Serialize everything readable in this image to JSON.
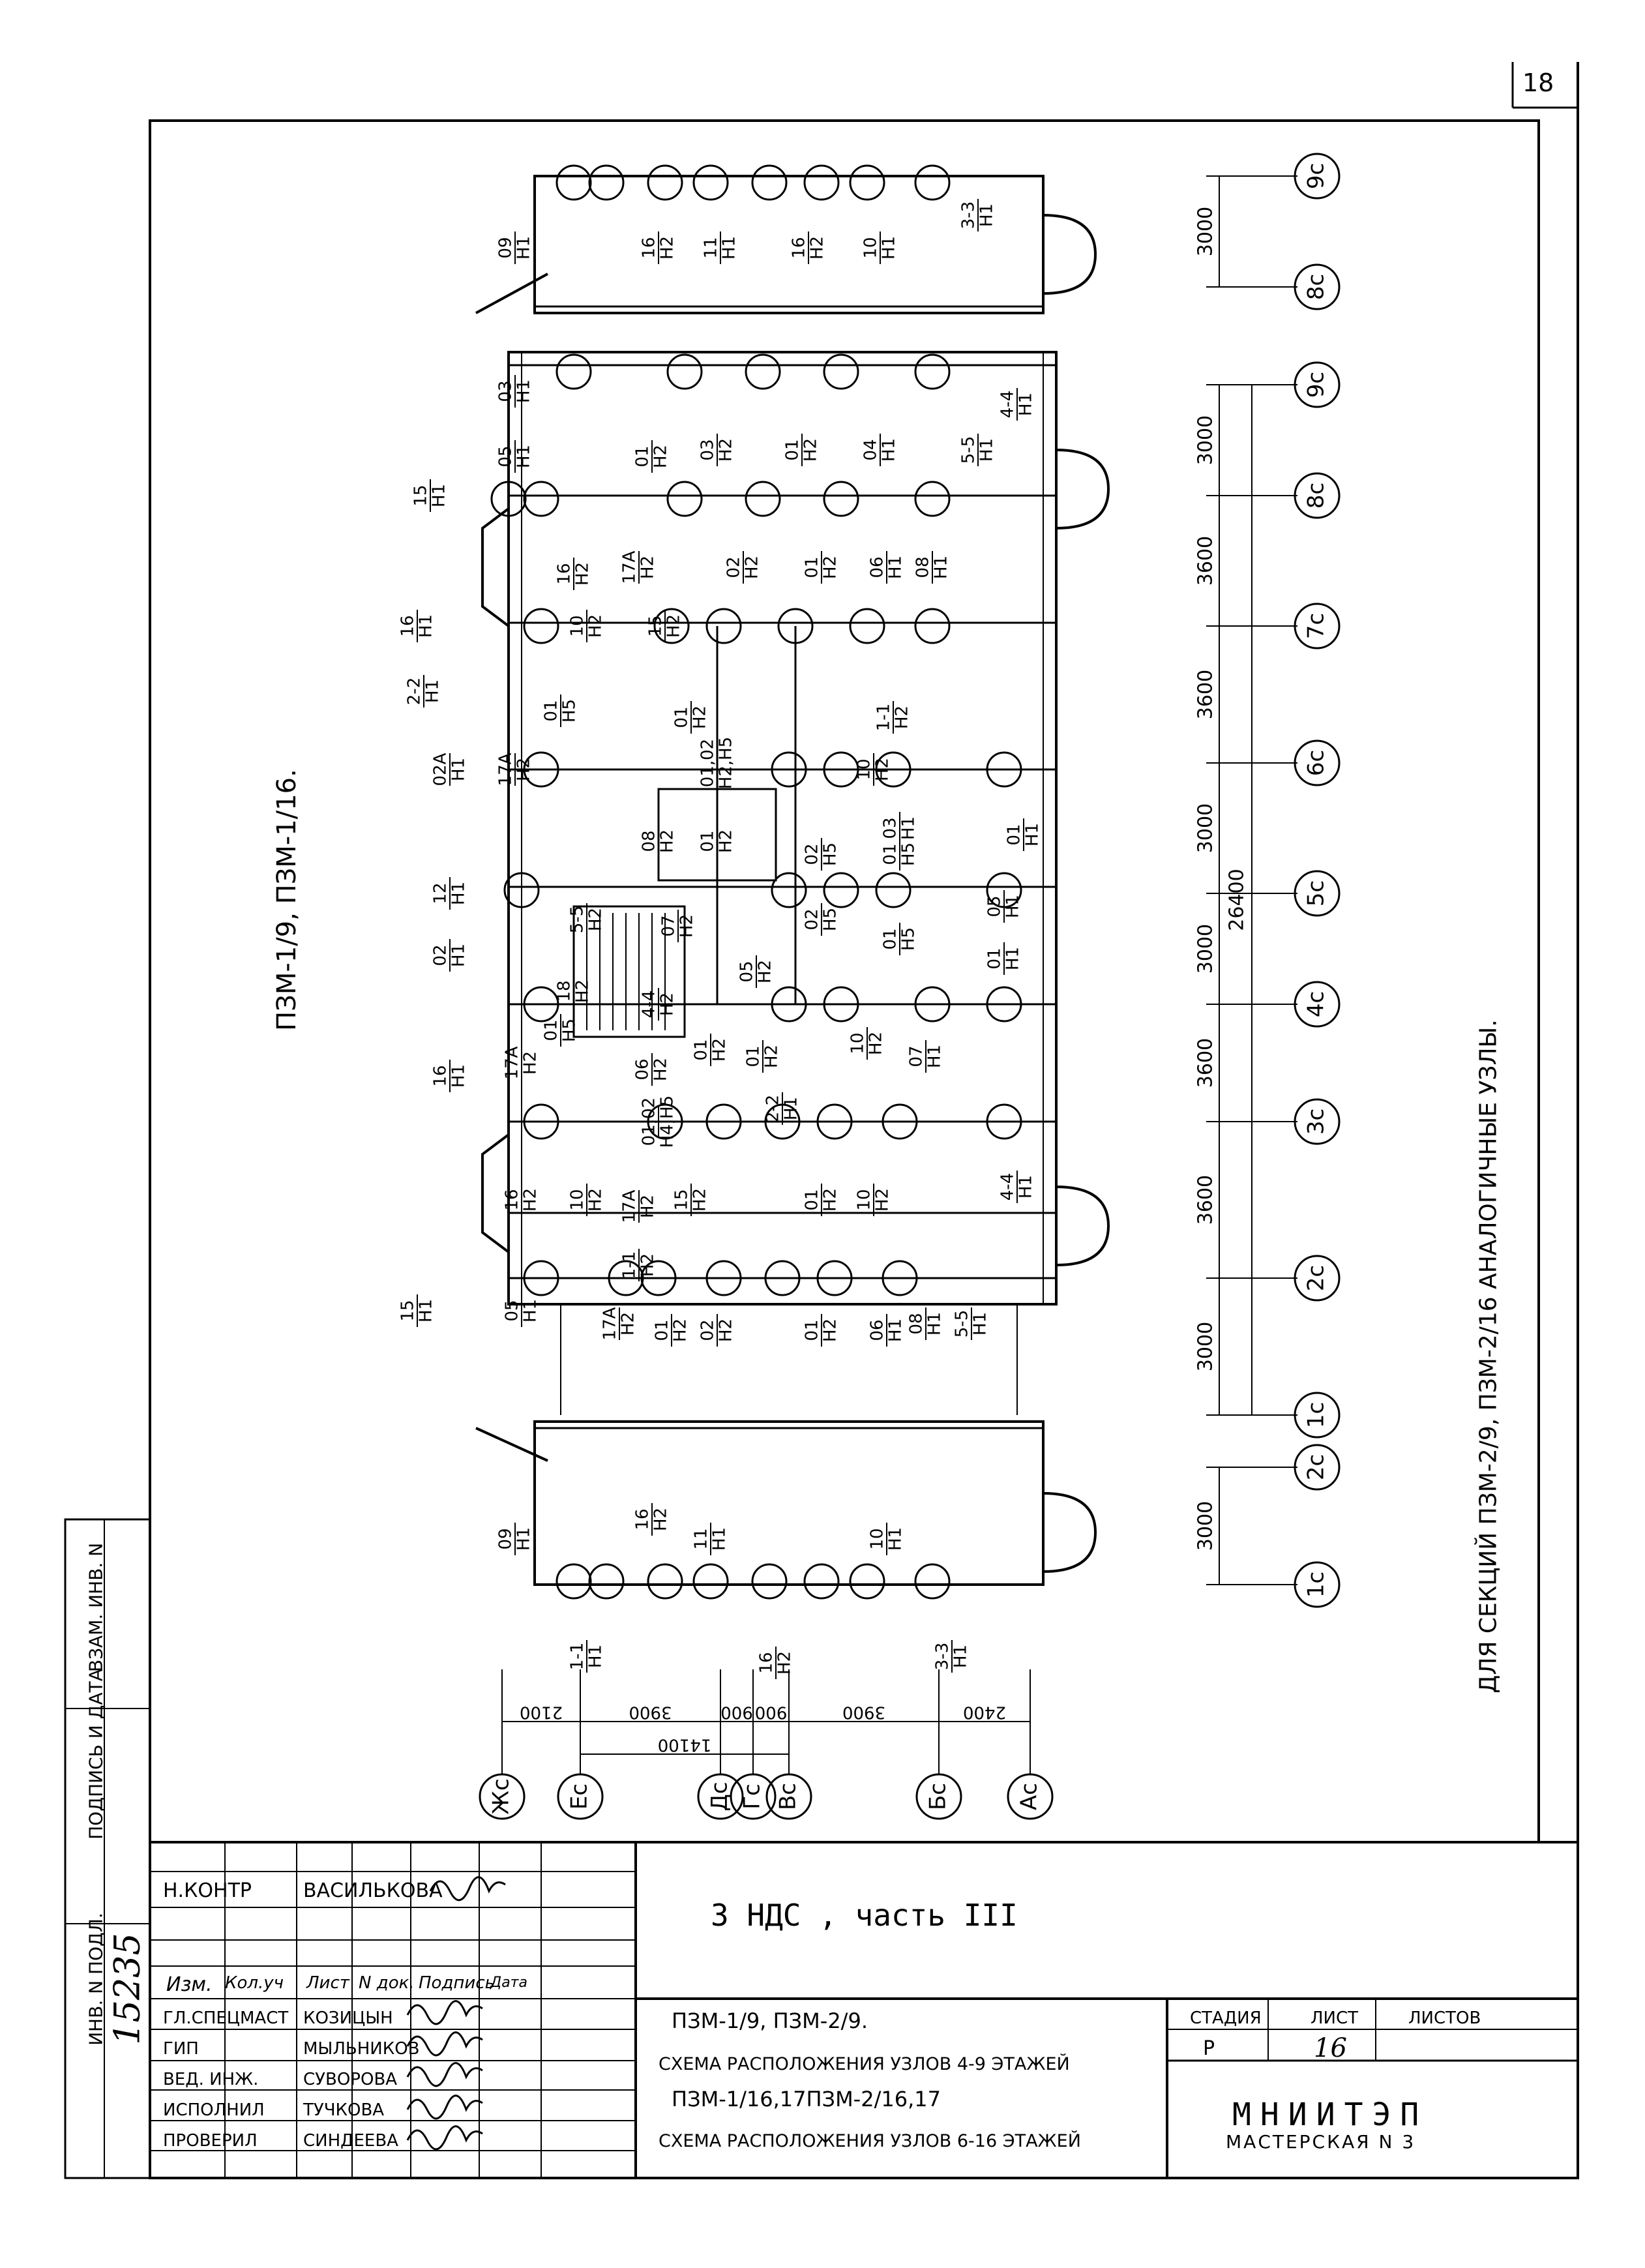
{
  "sheet_corner_number": "18",
  "plan_title": "ПЗМ-1/9, ПЗМ-1/16.",
  "note_text": "ДЛЯ СЕКЦИЙ ПЗМ-2/9, ПЗМ-2/16 АНАЛОГИЧНЫЕ УЗЛЫ.",
  "side_stamp": {
    "inv_podl": "ИНВ. N ПОДЛ.",
    "signature_date": "ПОДПИСЬ И ДАТА",
    "vzam_inv": "ВЗАМ. ИНВ. N",
    "inv_number": "15235"
  },
  "right_axes": {
    "group1": {
      "labels": [
        "9с",
        "8с"
      ],
      "dims": [
        "3000"
      ]
    },
    "group2": {
      "labels": [
        "9с",
        "8с",
        "7с",
        "6с",
        "5с",
        "4с",
        "3с",
        "2с",
        "1с"
      ],
      "dims": [
        "3000",
        "3600",
        "3600",
        "3000",
        "3000",
        "3600",
        "3600",
        "3000"
      ],
      "total": "26400"
    },
    "group3": {
      "labels": [
        "2с",
        "1с"
      ],
      "dims": [
        "3000"
      ]
    }
  },
  "bottom_axes": {
    "labels": [
      "Жс",
      "Ес",
      "Дс",
      "Гс",
      "Вс",
      "Бс",
      "Ас"
    ],
    "dims": [
      "2100",
      "3900",
      "900",
      "900",
      "3900",
      "2400"
    ],
    "total": "14100"
  },
  "node_labels": {
    "wing_top": [
      {
        "top": "09",
        "bot": "Н1"
      },
      {
        "top": "16",
        "bot": "Н2"
      },
      {
        "top": "11",
        "bot": "Н1"
      },
      {
        "top": "16",
        "bot": "Н2"
      },
      {
        "top": "10",
        "bot": "Н1"
      },
      {
        "top": "3-3",
        "bot": "Н1"
      }
    ],
    "upper_row": [
      {
        "top": "03",
        "bot": "Н1"
      },
      {
        "top": "05",
        "bot": "Н1"
      },
      {
        "top": "01",
        "bot": "Н2"
      },
      {
        "top": "03",
        "bot": "Н2"
      },
      {
        "top": "01",
        "bot": "Н2"
      },
      {
        "top": "04",
        "bot": "Н1"
      },
      {
        "top": "5-5",
        "bot": "Н1"
      },
      {
        "top": "4-4",
        "bot": "Н1"
      },
      {
        "top": "15",
        "bot": "Н1"
      },
      {
        "top": "16",
        "bot": "Н2"
      },
      {
        "top": "10",
        "bot": "Н2"
      },
      {
        "top": "17А",
        "bot": "Н2"
      },
      {
        "top": "15",
        "bot": "Н2"
      },
      {
        "top": "02",
        "bot": "Н2"
      },
      {
        "top": "01",
        "bot": "Н2"
      },
      {
        "top": "06",
        "bot": "Н1"
      },
      {
        "top": "08",
        "bot": "Н1"
      },
      {
        "top": "16",
        "bot": "Н1"
      }
    ],
    "middle_row": [
      {
        "top": "2-2",
        "bot": "Н1"
      },
      {
        "top": "01",
        "bot": "Н5"
      },
      {
        "top": "01",
        "bot": "Н2"
      },
      {
        "top": "1-1",
        "bot": "Н2"
      },
      {
        "top": "10",
        "bot": "Н2"
      },
      {
        "top": "03",
        "bot": "Н1"
      },
      {
        "top": "01",
        "bot": "Н1"
      },
      {
        "top": "02А",
        "bot": "Н1"
      },
      {
        "top": "17А",
        "bot": "Н2"
      },
      {
        "top": "01,02",
        "bot": "Н2,Н5"
      },
      {
        "top": "08",
        "bot": "Н2"
      },
      {
        "top": "01",
        "bot": "Н2"
      },
      {
        "top": "02",
        "bot": "Н5"
      },
      {
        "top": "01",
        "bot": "Н5"
      },
      {
        "top": "05",
        "bot": "Н1"
      },
      {
        "top": "12",
        "bot": "Н1"
      },
      {
        "top": "5-5",
        "bot": "Н2"
      },
      {
        "top": "07",
        "bot": "Н2"
      },
      {
        "top": "02",
        "bot": "Н5"
      },
      {
        "top": "01",
        "bot": "Н5"
      },
      {
        "top": "01",
        "bot": "Н1"
      },
      {
        "top": "02",
        "bot": "Н1"
      },
      {
        "top": "18",
        "bot": "Н2"
      },
      {
        "top": "4-4",
        "bot": "Н2"
      },
      {
        "top": "05",
        "bot": "Н2"
      }
    ],
    "lower_row": [
      {
        "top": "16",
        "bot": "Н1"
      },
      {
        "top": "17А",
        "bot": "Н2"
      },
      {
        "top": "01",
        "bot": "Н5"
      },
      {
        "top": "06",
        "bot": "Н2"
      },
      {
        "top": "01",
        "bot": "Н2"
      },
      {
        "top": "01",
        "bot": "Н2"
      },
      {
        "top": "10",
        "bot": "Н2"
      },
      {
        "top": "07",
        "bot": "Н1"
      },
      {
        "top": "01,02",
        "bot": "Н4,Н5"
      },
      {
        "top": "2-2",
        "bot": "Н1"
      },
      {
        "top": "16",
        "bot": "Н2"
      },
      {
        "top": "10",
        "bot": "Н2"
      },
      {
        "top": "17А",
        "bot": "Н2"
      },
      {
        "top": "15",
        "bot": "Н2"
      },
      {
        "top": "01",
        "bot": "Н2"
      },
      {
        "top": "10",
        "bot": "Н2"
      },
      {
        "top": "1-1",
        "bot": "Н2"
      },
      {
        "top": "4-4",
        "bot": "Н1"
      },
      {
        "top": "15",
        "bot": "Н1"
      },
      {
        "top": "05",
        "bot": "Н1"
      },
      {
        "top": "17А",
        "bot": "Н2"
      },
      {
        "top": "01",
        "bot": "Н2"
      },
      {
        "top": "02",
        "bot": "Н2"
      },
      {
        "top": "01",
        "bot": "Н2"
      },
      {
        "top": "06",
        "bot": "Н1"
      },
      {
        "top": "08",
        "bot": "Н1"
      },
      {
        "top": "5-5",
        "bot": "Н1"
      }
    ],
    "wing_bottom": [
      {
        "top": "09",
        "bot": "Н1"
      },
      {
        "top": "16",
        "bot": "Н2"
      },
      {
        "top": "11",
        "bot": "Н1"
      },
      {
        "top": "10",
        "bot": "Н1"
      },
      {
        "top": "1-1",
        "bot": "Н1"
      },
      {
        "top": "16",
        "bot": "Н2"
      },
      {
        "top": "3-3",
        "bot": "Н1"
      }
    ]
  },
  "title_block": {
    "rows": [
      {
        "role": "Н.КОНТР",
        "name": "ВАСИЛЬКОВА"
      },
      {
        "role": "ГЛ.СПЕЦМАСТ",
        "name": "КОЗИЦЫН"
      },
      {
        "role": "ГИП",
        "name": "МЫЛЬНИКОВ"
      },
      {
        "role": "ВЕД. ИНЖ.",
        "name": "СУВОРОВА"
      },
      {
        "role": "ИСПОЛНИЛ",
        "name": "ТУЧКОВА"
      },
      {
        "role": "ПРОВЕРИЛ",
        "name": "СИНДЕЕВА"
      }
    ],
    "column_headers": [
      "Изм.",
      "Кол.уч",
      "Лист",
      "N док.",
      "Подпись",
      "Дата"
    ],
    "project_name": "3 НДС , часть III",
    "desc_lines": [
      "ПЗМ-1/9, ПЗМ-2/9.",
      "СХЕМА РАСПОЛОЖЕНИЯ УЗЛОВ 4-9 ЭТАЖЕЙ",
      "ПЗМ-1/16,17ПЗМ-2/16,17",
      "СХЕМА РАСПОЛОЖЕНИЯ УЗЛОВ 6-16 ЭТАЖЕЙ"
    ],
    "stage_header": "СТАДИЯ",
    "sheet_header": "ЛИСТ",
    "sheets_header": "ЛИСТОВ",
    "stage": "Р",
    "sheet": "16",
    "sheets": "",
    "org": "МНИИТЭП",
    "workshop": "МАСТЕРСКАЯ N 3"
  }
}
